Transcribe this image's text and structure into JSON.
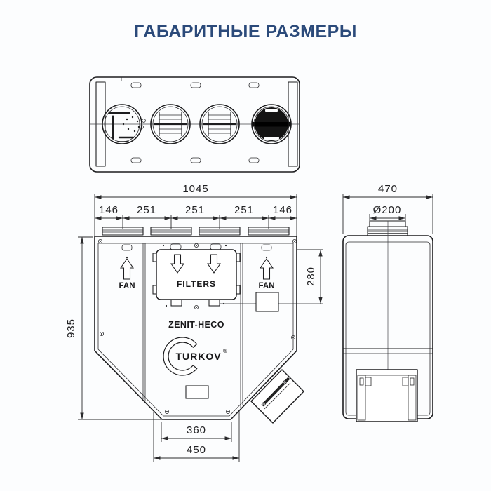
{
  "page": {
    "title": "ГАБАРИТНЫЕ РАЗМЕРЫ"
  },
  "theme": {
    "title_color": "#2b4a7a",
    "line_color": "#1d1d1f",
    "background": "#fcfdfe",
    "dark_port_fill": "#141414"
  },
  "dimensions": {
    "total_width": "1045",
    "segments": [
      "146",
      "251",
      "251",
      "251",
      "146"
    ],
    "height": "935",
    "service_depth": "280",
    "bottom_port_width": "360",
    "bottom_opening_width": "450",
    "side_depth": "470",
    "duct_diameter": "Ø200"
  },
  "labels": {
    "fan_left": "FAN",
    "fan_right": "FAN",
    "filters": "FILTERS",
    "model": "ZENIT-HECO",
    "brand": "TURKOV",
    "registered": "®"
  },
  "icons": {
    "airflow_up": "block-arrow-up",
    "airflow_down": "block-arrow-down"
  }
}
